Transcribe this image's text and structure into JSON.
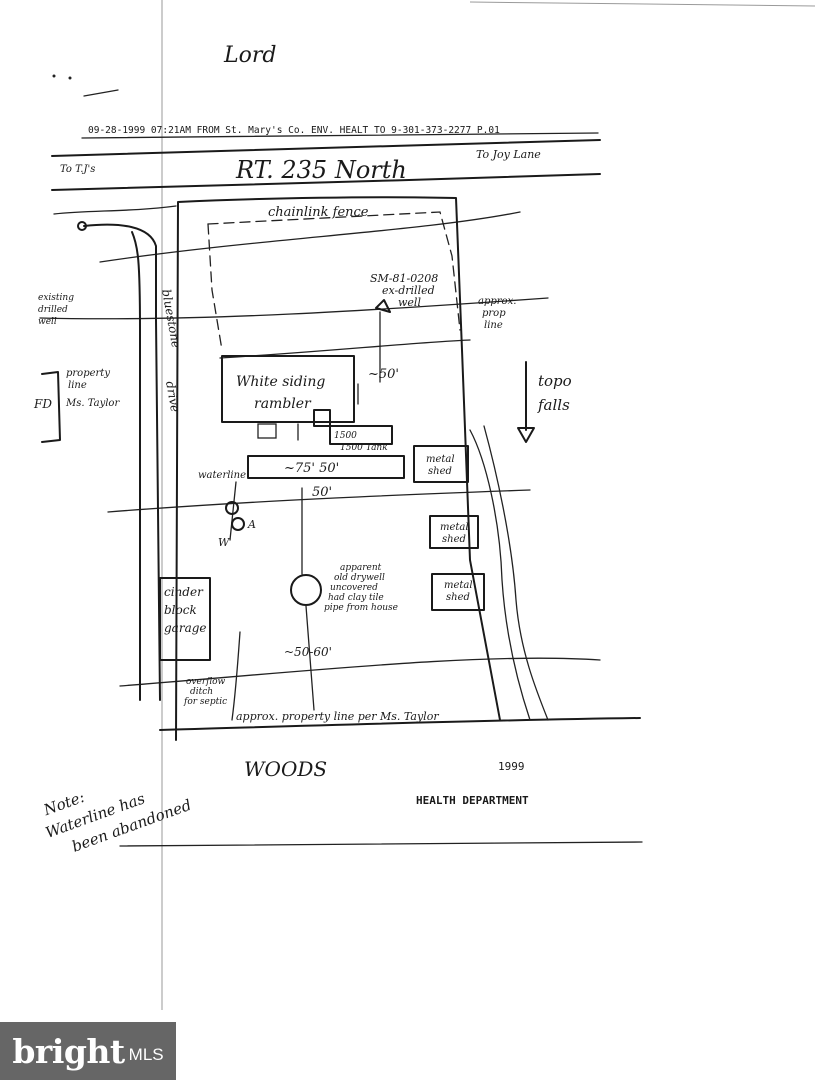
{
  "header": {
    "owner_name": "Lord",
    "fax_line": "09-28-1999 07:21AM   FROM  St. Mary's Co. ENV. HEALT   TO          9-301-373-2277   P.01"
  },
  "road": {
    "name": "RT. 235  North",
    "left_direction": "To T.J's",
    "right_direction": "To Joy Lane"
  },
  "labels": {
    "fence": "chainlink fence",
    "well_id": "SM-81-0208",
    "well_desc_1": "ex-drilled",
    "well_desc_2": "well",
    "approx_1": "approx.",
    "approx_2": "prop",
    "approx_3": "line",
    "existing_1": "existing",
    "existing_2": "drilled",
    "existing_3": "well",
    "property_line_1": "property",
    "property_line_2": "line",
    "property_line_3": "Ms. Taylor",
    "fd": "FD",
    "bluestone": "bluestone",
    "drive": "drive",
    "house_1": "White siding",
    "house_2": "rambler",
    "tank_1": "1500",
    "tank_2": "1500 Tank",
    "dist_50a": "~50'",
    "dist_75": "~75' 50'",
    "dist_50b": "50'",
    "topo_1": "topo",
    "topo_2": "falls",
    "shed_1a": "metal",
    "shed_1b": "shed",
    "shed_2a": "metal",
    "shed_2b": "shed",
    "shed_3a": "metal",
    "shed_3b": "shed",
    "water_line": "waterline",
    "marker_w": "W",
    "marker_a": "A",
    "garage_1": "cinder",
    "garage_2": "block",
    "garage_3": "garage",
    "drywell_1": "apparent",
    "drywell_2": "old drywell",
    "drywell_3": "uncovered",
    "drywell_4": "had clay tile",
    "drywell_5": "pipe from house",
    "dist_50_60": "~50-60'",
    "overflow_1": "overflow",
    "overflow_2": "ditch",
    "overflow_3": "for septic",
    "approx_prop_line": "approx. property line per Ms. Taylor",
    "woods": "WOODS",
    "year": "1999",
    "health_dept": "HEALTH DEPARTMENT",
    "note_1": "Note:",
    "note_2": "Waterline has",
    "note_3": "been abandoned"
  },
  "watermark": {
    "brand": "bright",
    "suffix": "MLS"
  }
}
